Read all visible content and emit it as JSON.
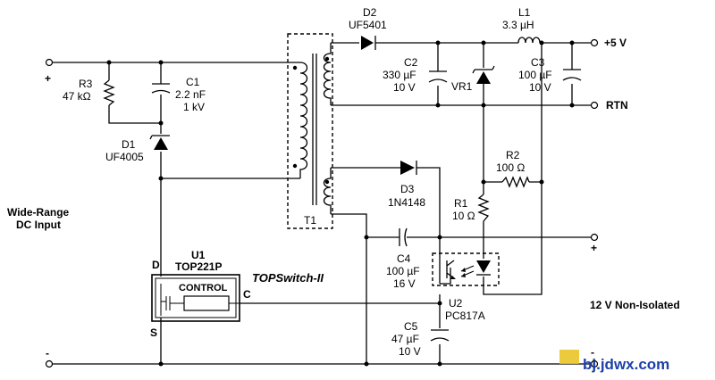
{
  "labels": {
    "input_title_line1": "Wide-Range",
    "input_title_line2": "DC Input",
    "input_plus": "+",
    "input_minus": "-",
    "out5_plus": "+5 V",
    "rtn": "RTN",
    "out12_plus": "+",
    "out12_minus": "-",
    "non_isolated": "12 V Non-Isolated",
    "topswitch": "TOPSwitch-II",
    "watermark": "bj.jdwx.com"
  },
  "components": {
    "r3": {
      "ref": "R3",
      "value": "47 kΩ"
    },
    "c1": {
      "ref": "C1",
      "value1": "2.2 nF",
      "value2": "1 kV"
    },
    "d1": {
      "ref": "D1",
      "value": "UF4005"
    },
    "u1": {
      "ref": "U1",
      "value": "TOP221P",
      "block": "CONTROL",
      "pin_d": "D",
      "pin_s": "S",
      "pin_c": "C"
    },
    "t1": {
      "ref": "T1"
    },
    "d2": {
      "ref": "D2",
      "value": "UF5401"
    },
    "l1": {
      "ref": "L1",
      "value": "3.3 µH"
    },
    "c2": {
      "ref": "C2",
      "value1": "330 µF",
      "value2": "10 V"
    },
    "vr1": {
      "ref": "VR1"
    },
    "c3": {
      "ref": "C3",
      "value1": "100 µF",
      "value2": "10 V"
    },
    "d3": {
      "ref": "D3",
      "value": "1N4148"
    },
    "r2": {
      "ref": "R2",
      "value": "100 Ω"
    },
    "r1": {
      "ref": "R1",
      "value": "10 Ω"
    },
    "c4": {
      "ref": "C4",
      "value1": "100 µF",
      "value2": "16 V"
    },
    "u2": {
      "ref": "U2",
      "value": "PC817A"
    },
    "c5": {
      "ref": "C5",
      "value1": "47 µF",
      "value2": "10 V"
    }
  },
  "colors": {
    "wire": "#000000",
    "background": "#ffffff",
    "watermark": "#1c3fa8"
  }
}
